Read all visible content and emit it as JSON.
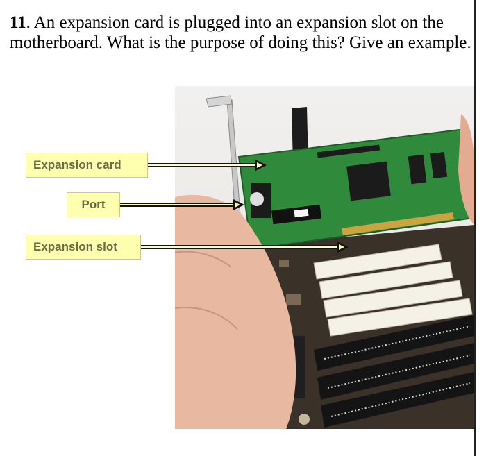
{
  "question": {
    "number": "11",
    "text": ". An expansion card is plugged into an expansion slot on the motherboard. What is the purpose of doing this? Give an example."
  },
  "labels": {
    "expansion_card": "Expansion card",
    "port": "Port",
    "expansion_slot": "Expansion slot"
  },
  "colors": {
    "label_background": "#ffffb0",
    "label_text": "#6b6b44",
    "pcb_green": "#2f8a3c",
    "slot_white": "#f4f1e6"
  }
}
